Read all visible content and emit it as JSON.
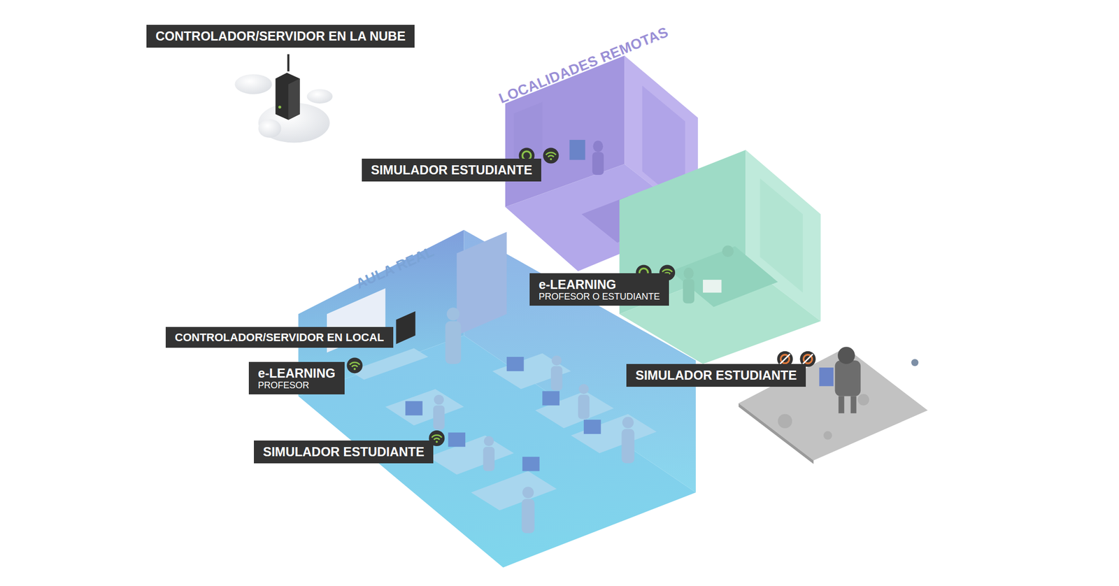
{
  "diagram": {
    "nodes": [
      {
        "text": [
          "CONTROLADOR/SERVIDOR EN LA NUBE"
        ]
      },
      {
        "text": [
          "SIMULADOR ESTUDIANTE"
        ]
      },
      {
        "text": [
          "e-LEARNING",
          "PROFESOR O ESTUDIANTE"
        ]
      },
      {
        "text": [
          "CONTROLADOR/SERVIDOR EN LOCAL"
        ]
      },
      {
        "text": [
          "e-LEARNING",
          "PROFESOR"
        ]
      },
      {
        "text": [
          "SIMULADOR ESTUDIANTE"
        ]
      },
      {
        "text": [
          "SIMULADOR ESTUDIANTE"
        ]
      }
    ],
    "labels": [
      "LOCALIDADES REMOTAS",
      "AULA REAL"
    ]
  }
}
